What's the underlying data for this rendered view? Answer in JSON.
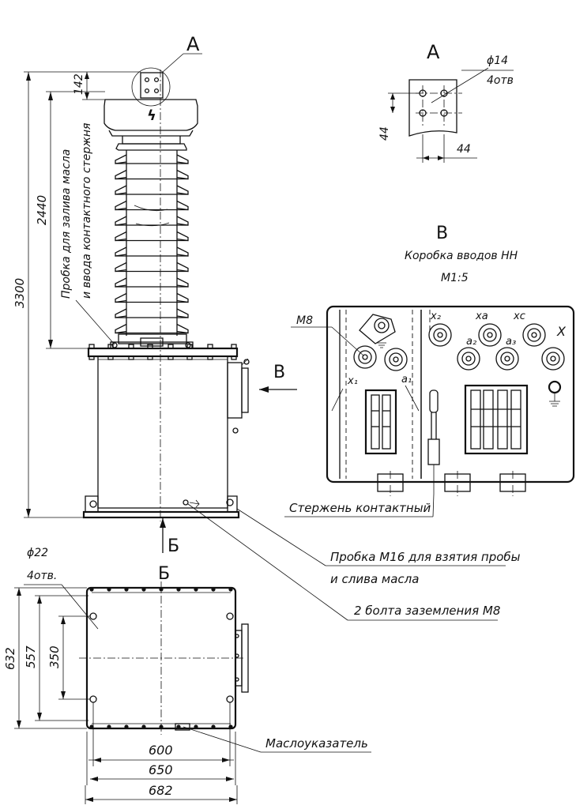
{
  "views": {
    "view_a": {
      "title": "A",
      "hole_diameter": "ϕ14",
      "hole_count": "4отв",
      "dim_vertical": "44",
      "dim_horizontal": "44"
    },
    "view_b_bottom": {
      "title": "Б",
      "hole_diameter": "ϕ22",
      "hole_count": "4отв.",
      "dim_632": "632",
      "dim_557": "557",
      "dim_350": "350",
      "dim_600": "600",
      "dim_650": "650",
      "dim_682": "682"
    },
    "view_v": {
      "title": "В",
      "subtitle": "Коробка вводов НН",
      "scale": "М1:5",
      "bolt_label": "М8"
    }
  },
  "main_view": {
    "callout_a": "А",
    "arrow_v": "В",
    "arrow_b": "Б",
    "dim_total_height": "3300",
    "dim_insulator_height": "2440",
    "dim_top": "142",
    "oil_plug_note_line1": "Пробка для залива масла",
    "oil_plug_note_line2": "и ввода контактного стержня"
  },
  "terminals": {
    "x2": "x₂",
    "xa": "xа",
    "xc": "xс",
    "X": "X",
    "x1": "x₁",
    "a1": "a₁",
    "a2": "a₂",
    "a3": "a₃"
  },
  "callouts": {
    "contact_rod": "Стержень контактный",
    "sample_plug_line1": "Пробка М16 для взятия пробы",
    "sample_plug_line2": "и слива масла",
    "ground_bolts": "2 болта заземления М8",
    "oil_gauge": "Маслоуказатель"
  }
}
